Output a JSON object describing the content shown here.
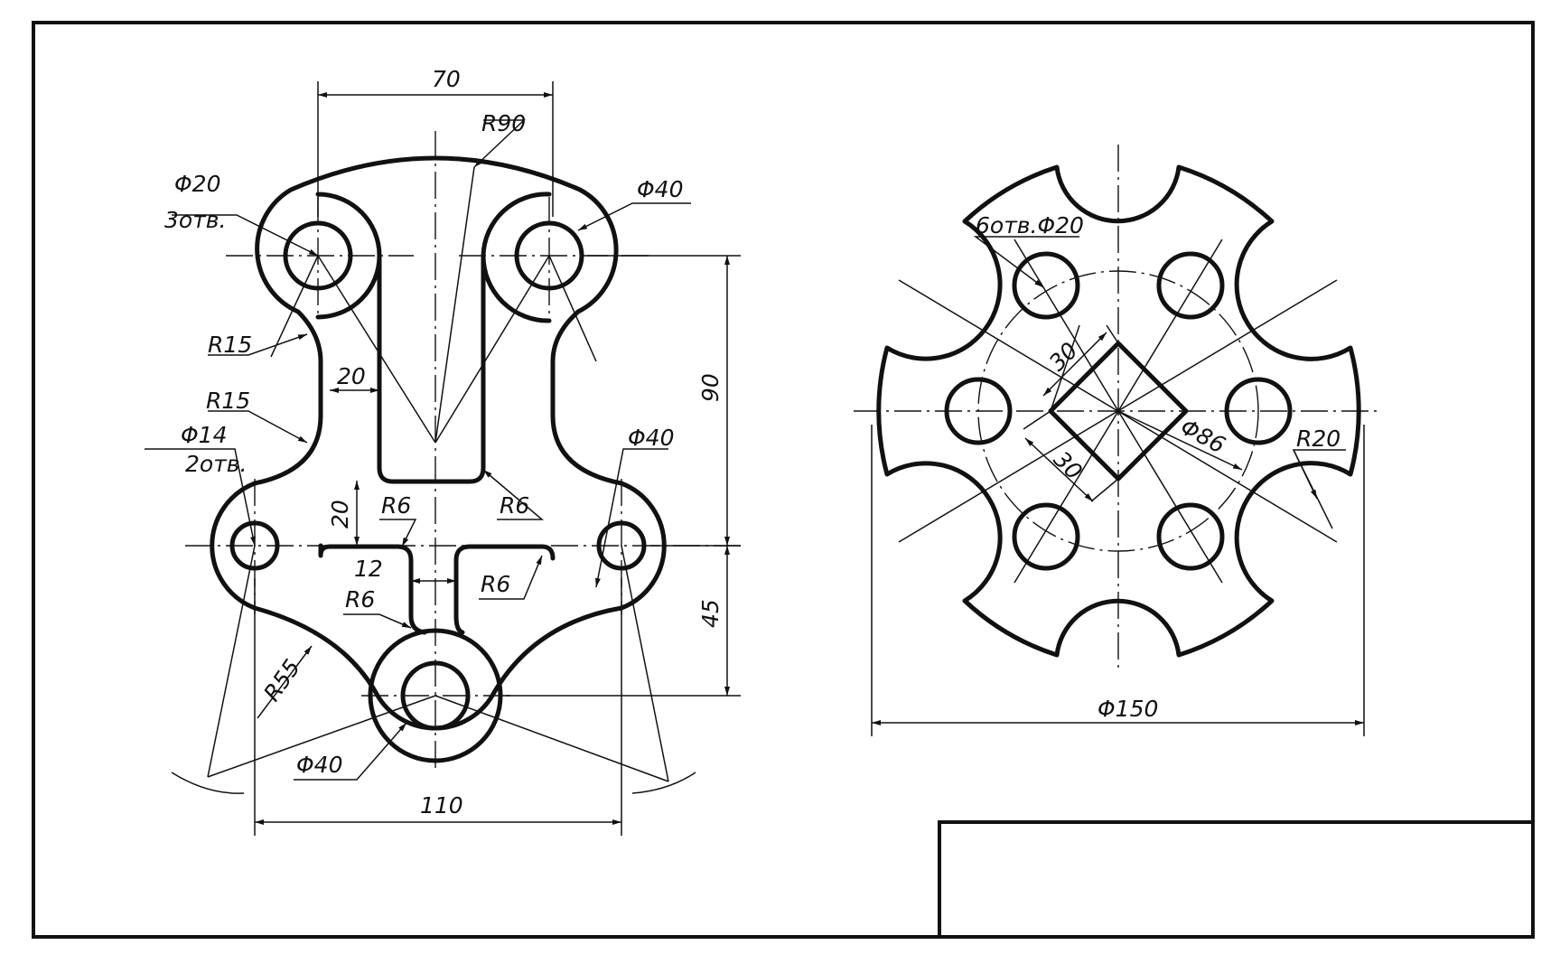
{
  "drawing": {
    "left_view": {
      "dims": {
        "width_top": "70",
        "radius_arc": "R90",
        "hole_top": "Φ20",
        "hole_top_count": "3отв.",
        "boss_top": "Φ40",
        "fillet_a": "R15",
        "fillet_b": "R15",
        "slot_width": "20",
        "hole_side": "Φ14",
        "hole_side_count": "2отв.",
        "boss_side": "Φ40",
        "height_upper": "90",
        "height_lower": "45",
        "step_height": "20",
        "fillet_c": "R6",
        "fillet_d": "R6",
        "fillet_e": "R6",
        "fillet_f": "R6",
        "neck_width": "12",
        "arc_lower": "R55",
        "boss_bottom": "Φ40",
        "width_bottom": "110"
      }
    },
    "right_view": {
      "dims": {
        "holes": "6отв.Φ20",
        "square_a": "30",
        "square_b": "30",
        "pitch_circle": "Φ86",
        "notch_radius": "R20",
        "outer_diameter": "Φ150"
      }
    },
    "title_block": {}
  }
}
